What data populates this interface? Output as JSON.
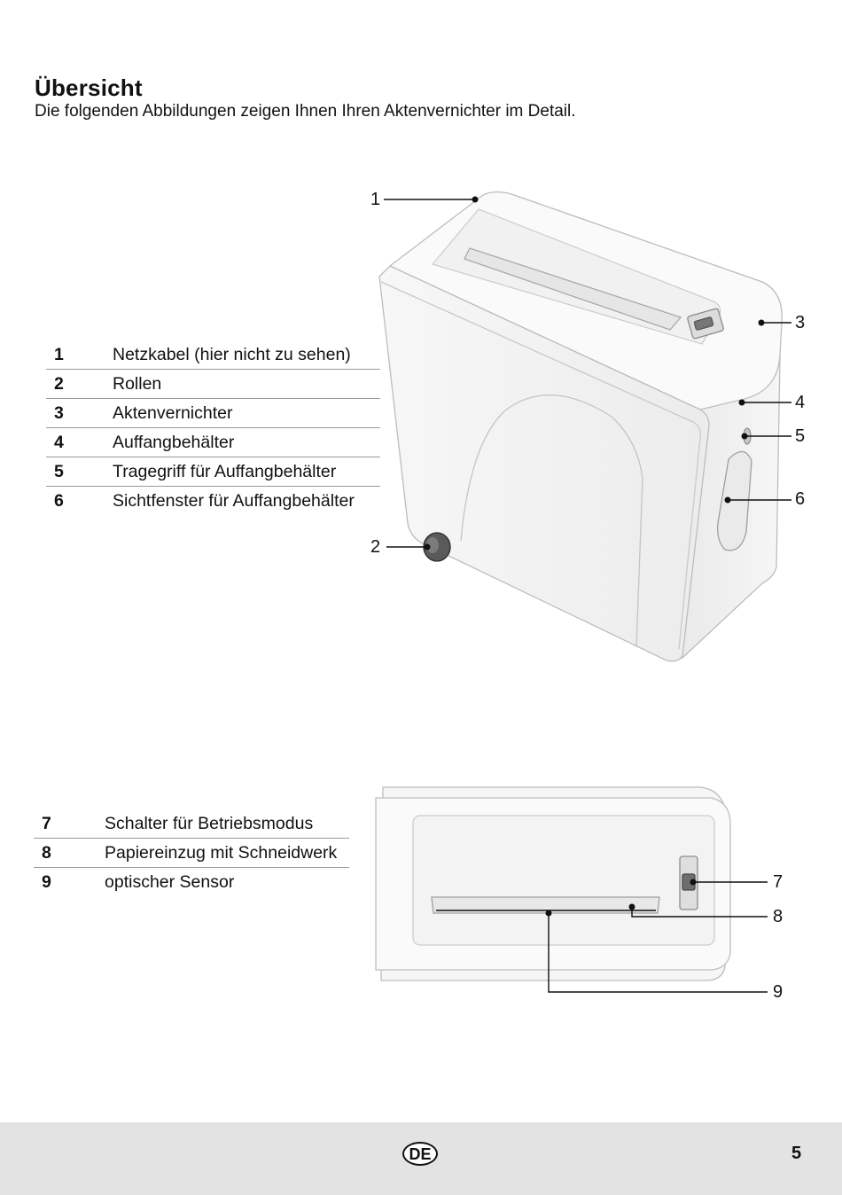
{
  "heading": "Übersicht",
  "intro": "Die folgenden Abbildungen zeigen Ihnen Ihren Aktenvernichter im Detail.",
  "legend_top": [
    {
      "num": "1",
      "label": "Netzkabel (hier nicht zu sehen)"
    },
    {
      "num": "2",
      "label": "Rollen"
    },
    {
      "num": "3",
      "label": "Aktenvernichter"
    },
    {
      "num": "4",
      "label": "Auffangbehälter"
    },
    {
      "num": "5",
      "label": "Tragegriff für Auffangbehälter"
    },
    {
      "num": "6",
      "label": "Sichtfenster für Auffangbehälter"
    }
  ],
  "legend_bottom": [
    {
      "num": "7",
      "label": "Schalter für Betriebsmodus"
    },
    {
      "num": "8",
      "label": "Papiereinzug mit Schneidwerk"
    },
    {
      "num": "9",
      "label": "optischer Sensor"
    }
  ],
  "callouts": [
    "1",
    "2",
    "3",
    "4",
    "5",
    "6",
    "7",
    "8",
    "9"
  ],
  "footer": {
    "language": "DE",
    "page": "5"
  }
}
